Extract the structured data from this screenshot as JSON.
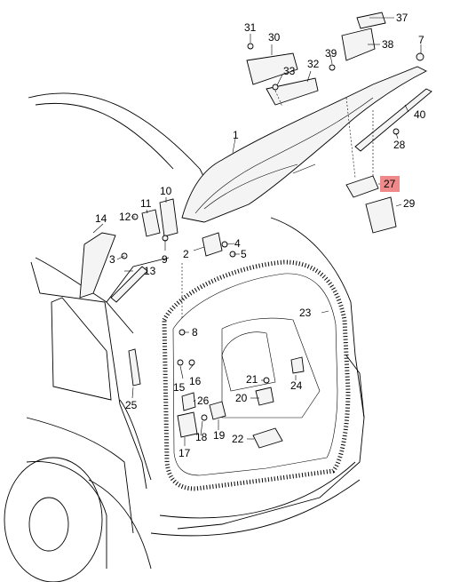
{
  "diagram": {
    "highlighted_part": "27",
    "callouts": [
      "1",
      "2",
      "3",
      "4",
      "5",
      "7",
      "8",
      "9",
      "10",
      "11",
      "12",
      "13",
      "14",
      "15",
      "16",
      "17",
      "18",
      "19",
      "20",
      "21",
      "22",
      "23",
      "24",
      "25",
      "26",
      "27",
      "28",
      "29",
      "30",
      "31",
      "32",
      "33",
      "37",
      "38",
      "39",
      "40"
    ]
  },
  "colors": {
    "highlight": "#f08a8a",
    "line": "#000000",
    "background": "#ffffff"
  }
}
